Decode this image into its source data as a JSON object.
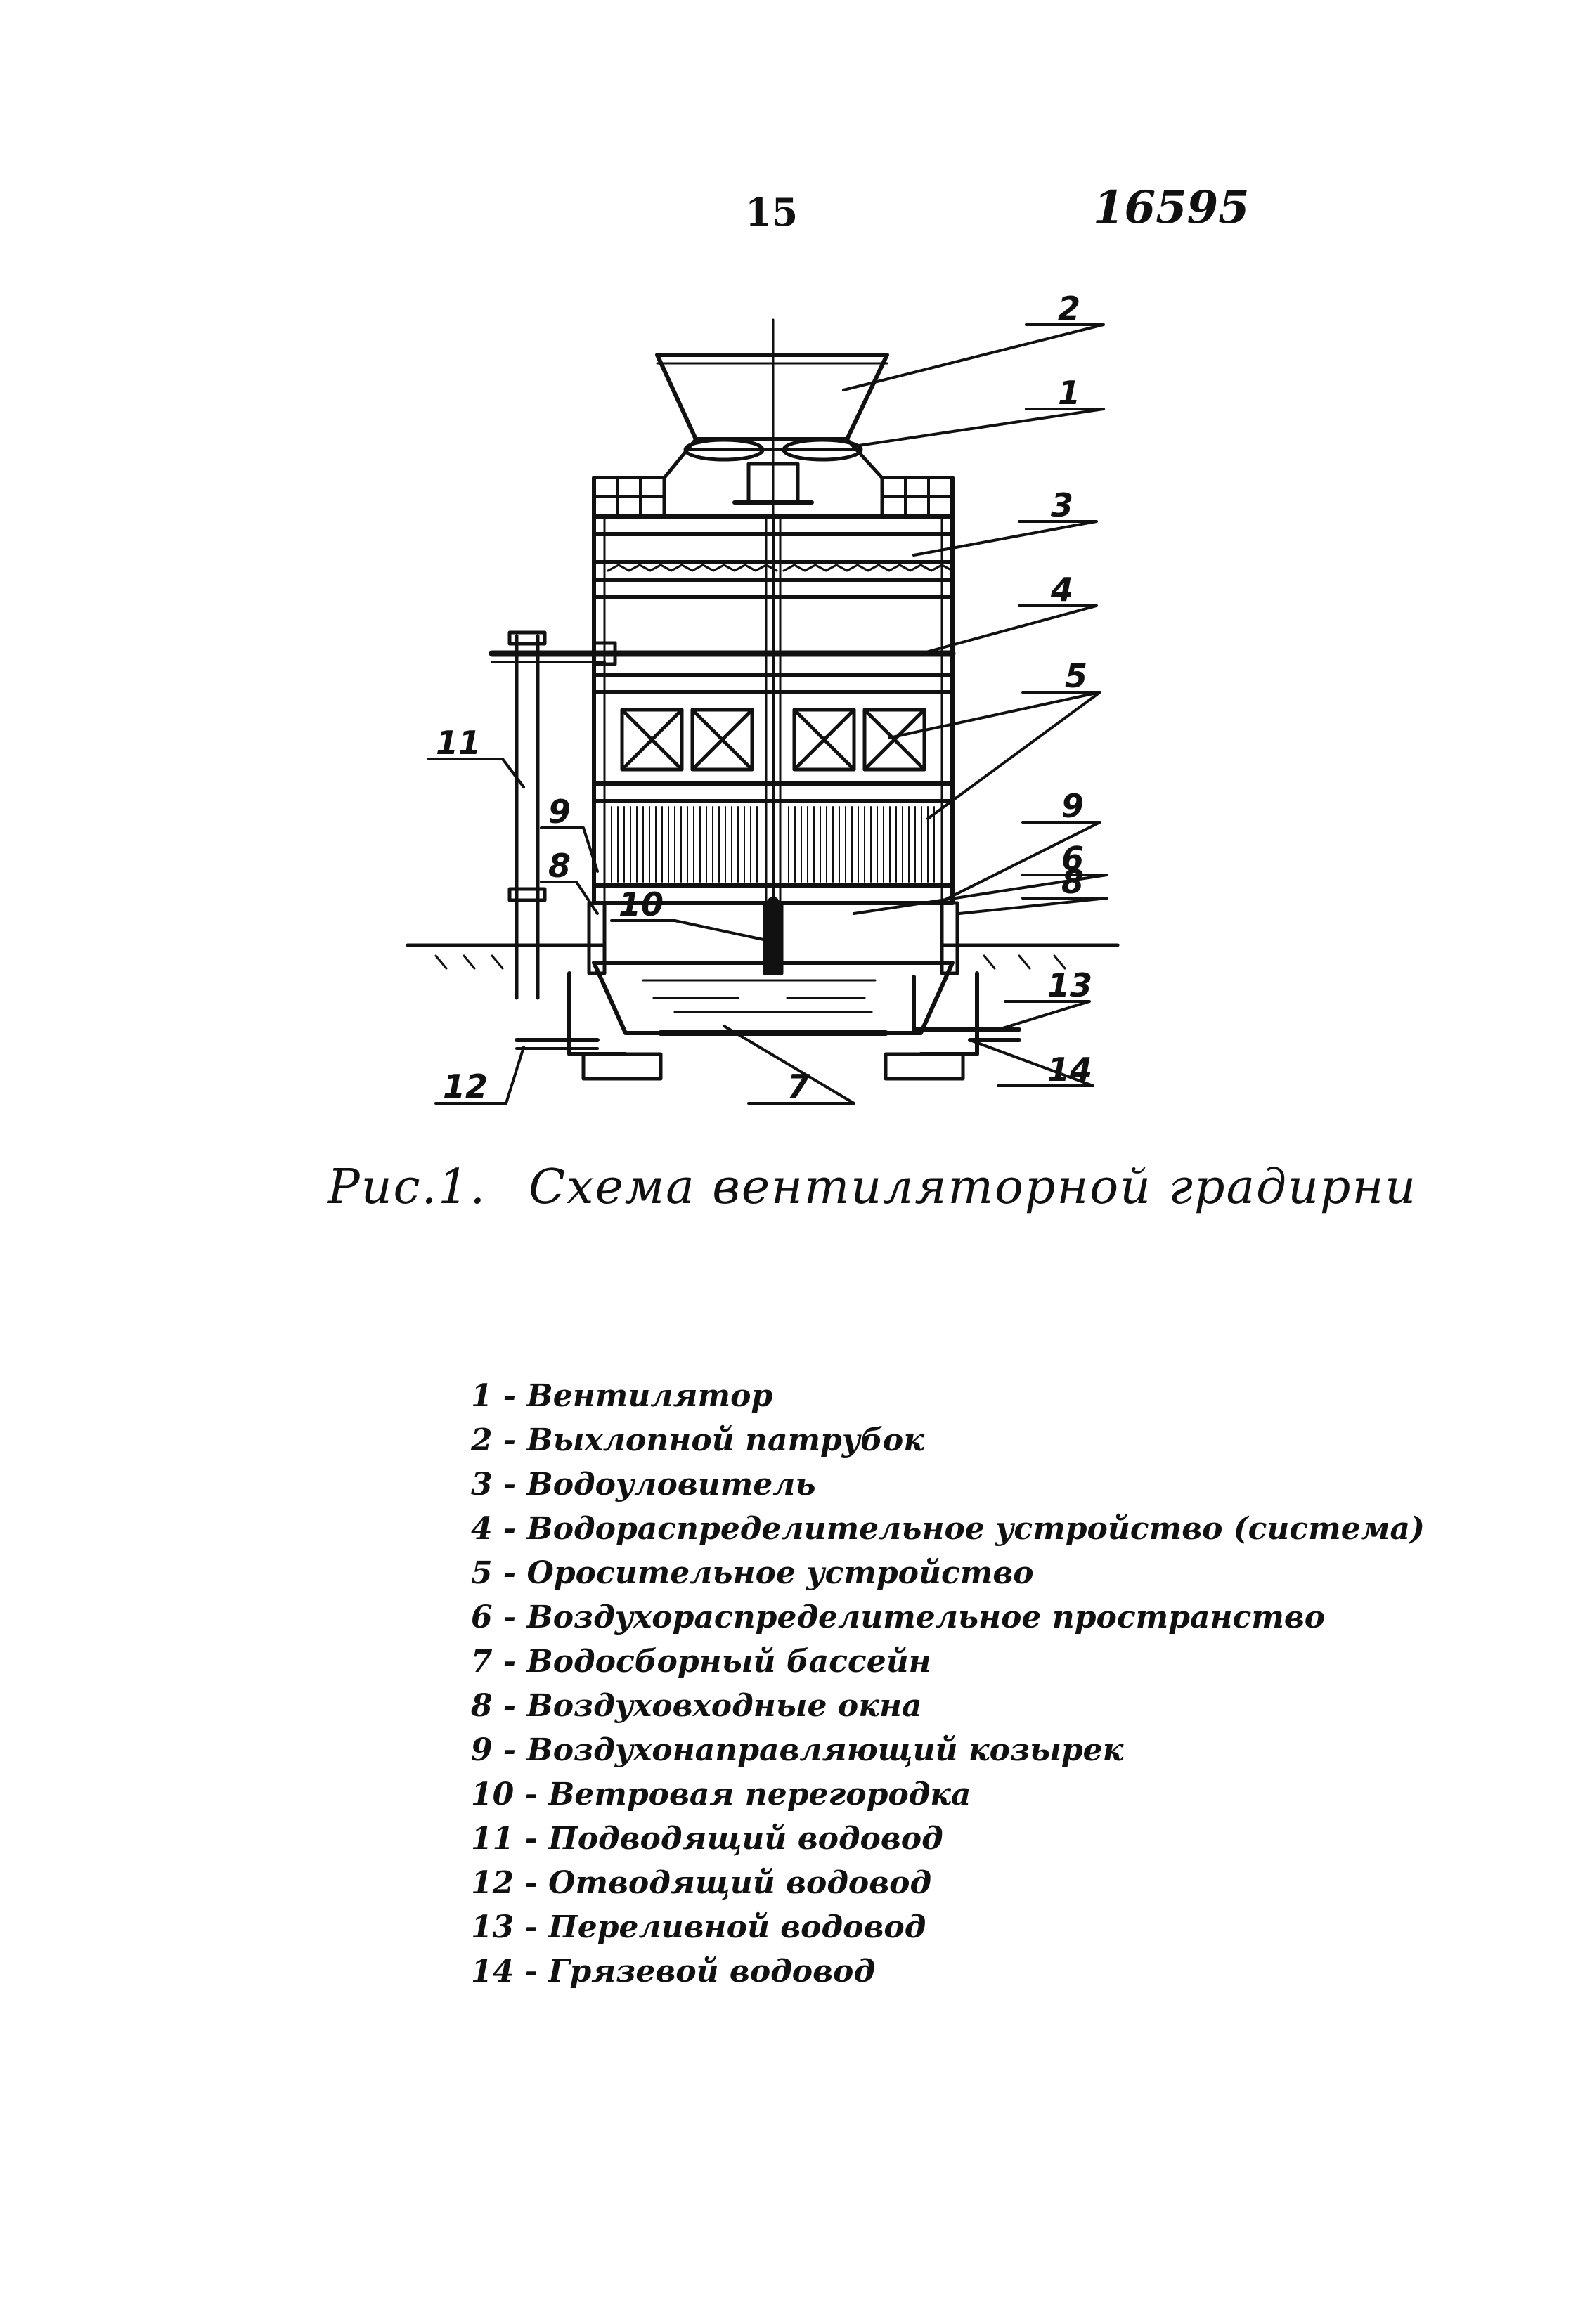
{
  "header": {
    "page_number": "15",
    "document_code": "16595"
  },
  "diagram": {
    "callouts": [
      "1",
      "2",
      "3",
      "4",
      "5",
      "6",
      "7",
      "8",
      "8",
      "9",
      "9",
      "10",
      "11",
      "12",
      "13",
      "14"
    ]
  },
  "caption": {
    "label": "Рис.1.",
    "title": "Схема вентиляторной градирни"
  },
  "legend": {
    "items": [
      "1 - Вентилятор",
      "2 - Выхлопной патрубок",
      "3 - Водоуловитель",
      "4 - Водораспределительное устройство (система)",
      "5 - Оросительное устройство",
      "6 - Воздухораспределительное пространство",
      "7 - Водосборный бассейн",
      "8 - Воздуховходные окна",
      "9 - Воздухонаправляющий козырек",
      "10 - Ветровая перегородка",
      "11 - Подводящий водовод",
      "12 - Отводящий водовод",
      "13 - Переливной водовод",
      "14 - Грязевой водовод"
    ]
  }
}
